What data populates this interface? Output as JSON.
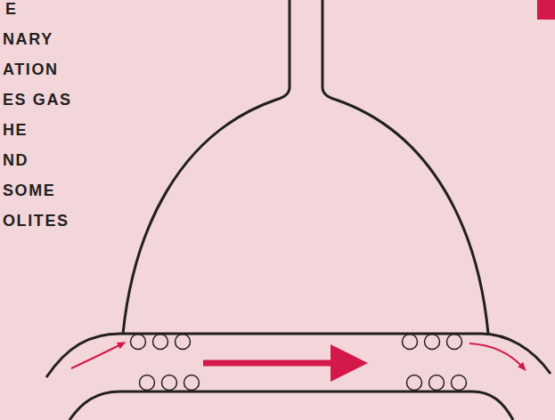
{
  "diagram": {
    "labels": [
      "E",
      "NARY",
      "ATION",
      "ES GAS",
      "HE",
      "ND",
      "SOME",
      "OLITES"
    ]
  }
}
